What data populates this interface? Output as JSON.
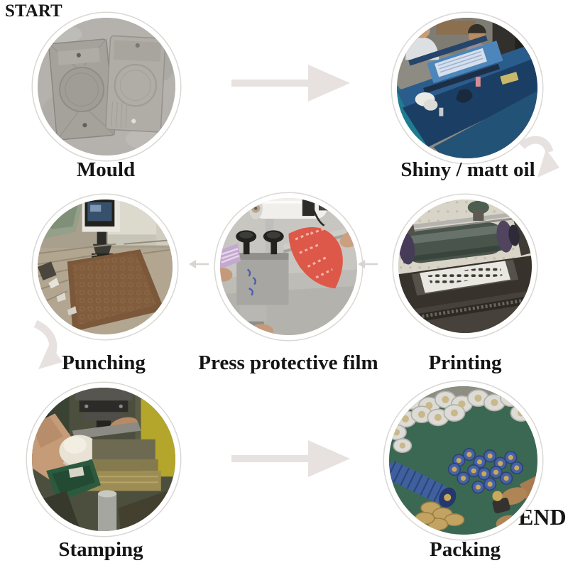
{
  "diagram": {
    "type": "process-flow",
    "start_label": "START",
    "end_label": "END",
    "steps": {
      "mould": {
        "label": "Mould",
        "photo": "two rectangular metal mould plates on a grey surface"
      },
      "shiny_matt_oil": {
        "label": "Shiny / matt oil",
        "photo": "two workers operating a blue oil-coating machine"
      },
      "printing": {
        "label": "Printing",
        "photo": "offset printing press roller over a printed sheet"
      },
      "press_protective_film": {
        "label": "Press protective film",
        "photo": "laminating machine with white film roller and red printed sheet"
      },
      "punching": {
        "label": "Punching",
        "photo": "punching machine with monitor cutting a brown printed sheet"
      },
      "stamping": {
        "label": "Stamping",
        "photo": "gloved worker stamping parts at a metal press"
      },
      "packing": {
        "label": "Packing",
        "photo": "hands packing blue and gold chips on a green table"
      }
    },
    "flow_order": [
      "START",
      "Mould",
      "Shiny / matt oil",
      "Printing",
      "Press protective film",
      "Punching",
      "Stamping",
      "Packing",
      "END"
    ]
  },
  "colors": {
    "background": "#ffffff",
    "arrow_large": "#e7e1e0",
    "arrow_small": "#d8d4d2",
    "label_text": "#151515",
    "circle_ring": "#ffffff",
    "circle_edge": "#d9d8d3"
  }
}
